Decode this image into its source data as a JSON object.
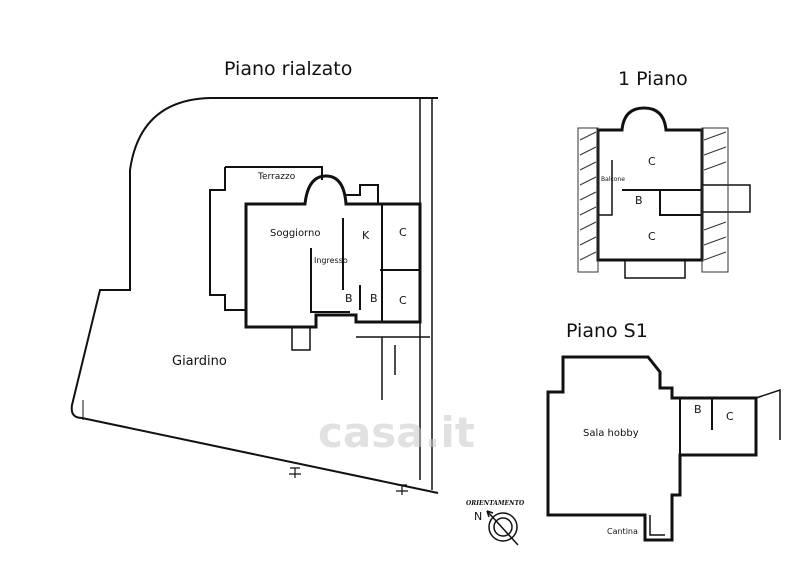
{
  "titles": {
    "ground": "Piano rialzato",
    "first": "1 Piano",
    "basement": "Piano S1"
  },
  "ground_rooms": {
    "terrace": "Terrazzo",
    "living": "Soggiorno",
    "entrance": "Ingresso",
    "kitchen": "K",
    "bath1": "B",
    "bath2": "B",
    "bed1": "C",
    "bed2": "C",
    "garden": "Giardino"
  },
  "first_rooms": {
    "bed1": "C",
    "bed2": "C",
    "bath": "B",
    "balcony": "Balcone"
  },
  "basement_rooms": {
    "hobby": "Sala hobby",
    "bath": "B",
    "bed": "C",
    "cellar": "Cantina"
  },
  "orientation": {
    "label": "ORIENTAMENTO",
    "north": "N"
  },
  "watermark": "casa.it"
}
